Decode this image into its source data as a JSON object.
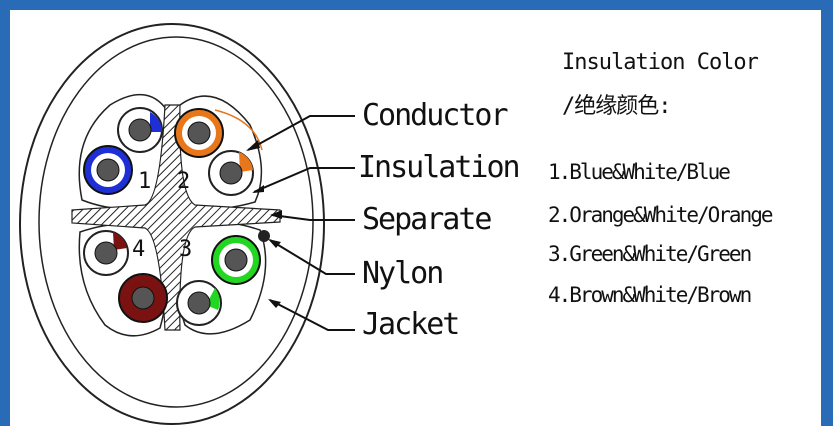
{
  "callouts": {
    "conductor": "Conductor",
    "insulation": "Insulation",
    "separate": "Separate",
    "nylon": "Nylon",
    "jacket": "Jacket"
  },
  "legend": {
    "title": "Insulation Color",
    "subtitle": "/绝缘颜色:",
    "items": [
      "1.Blue&White/Blue",
      "2.Orange&White/Orange",
      "3.Green&White/Green",
      "4.Brown&White/Brown"
    ]
  },
  "pair_numbers": [
    "1",
    "2",
    "3",
    "4"
  ],
  "colors": {
    "blue": "#1f2fd6",
    "orange": "#e8761a",
    "green": "#22d622",
    "brown": "#7a1212",
    "background": "#2a6bb8"
  }
}
